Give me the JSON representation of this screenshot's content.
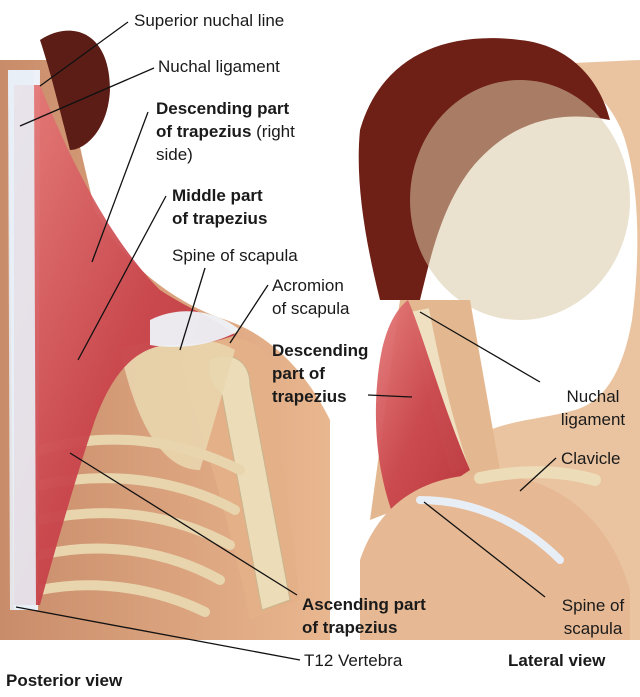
{
  "labels": {
    "superior_nuchal_line": "Superior nuchal line",
    "nuchal_ligament_post": "Nuchal ligament",
    "descending_post_line1": "Descending part",
    "descending_post_line2_bold": "of trapezius",
    "descending_post_line2_rest": " (right",
    "descending_post_line3": "side)",
    "middle_line1": "Middle part",
    "middle_line2": "of trapezius",
    "spine_scapula_post": "Spine of scapula",
    "acromion_line1": "Acromion",
    "acromion_line2": "of scapula",
    "descending_lat_line1": "Descending",
    "descending_lat_line2": "part of",
    "descending_lat_line3": "trapezius",
    "nuchal_lat_line1": "Nuchal",
    "nuchal_lat_line2": "ligament",
    "clavicle": "Clavicle",
    "ascending_line1": "Ascending part",
    "ascending_line2": "of trapezius",
    "spine_scapula_lat_line1": "Spine of",
    "spine_scapula_lat_line2": "scapula",
    "t12": "T12 Vertebra",
    "lateral_view": "Lateral view",
    "posterior_view": "Posterior view"
  },
  "colors": {
    "muscle": "#c9454c",
    "muscle_light": "#e58a86",
    "skin": "#e7b98f",
    "bone": "#ecdcb8",
    "tendon": "#e8eef6",
    "hair": "#6e1f16",
    "leader": "#111111"
  }
}
